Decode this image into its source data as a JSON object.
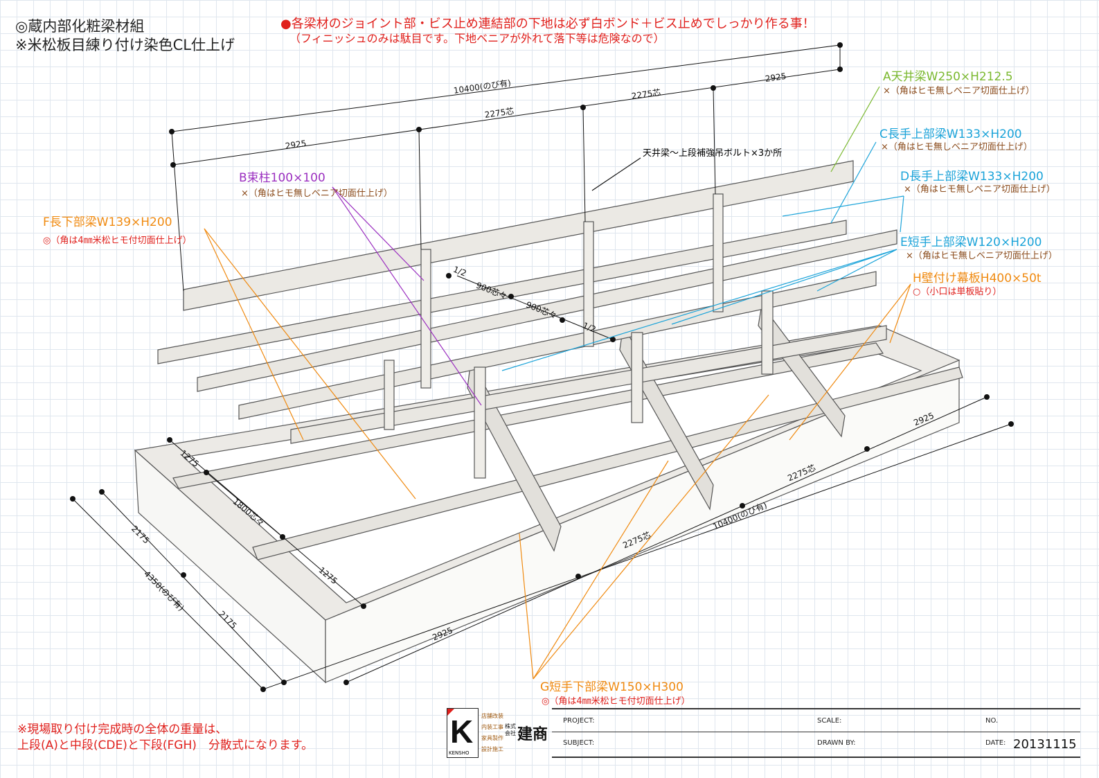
{
  "header": {
    "title1": "◎蔵内部化粧梁材組",
    "title2": "※米松板目練り付け染色CL仕上げ",
    "warn1": "●各梁材のジョイント部・ビス止め連結部の下地は必ず白ボンド＋ビス止めでしっかり作る事！",
    "warn2": "（フィニッシュのみは駄目です。下地ベニアが外れて落下等は危険なので）"
  },
  "labels": {
    "A": {
      "name": "A天井梁W250×H212.5",
      "note": "×（角はヒモ無しベニア切面仕上げ）"
    },
    "C": {
      "name": "C長手上部梁W133×H200",
      "note": "×（角はヒモ無しベニア切面仕上げ）"
    },
    "D": {
      "name": "D長手上部梁W133×H200",
      "note": "×（角はヒモ無しベニア切面仕上げ）"
    },
    "E": {
      "name": "E短手上部梁W120×H200",
      "note": "×（角はヒモ無しベニア切面仕上げ）"
    },
    "H": {
      "name": "H壁付け幕板H400×50t",
      "note": "○（小口は単板貼り）"
    },
    "B": {
      "name": "B束柱100×100",
      "note": "×（角はヒモ無しベニア切面仕上げ）"
    },
    "F": {
      "name": "F長下部梁W139×H200",
      "note": "◎（角は4㎜米松ヒモ付切面仕上げ）"
    },
    "G": {
      "name": "G短手下部梁W150×H300",
      "note": "◎（角は4㎜米松ヒモ付切面仕上げ）"
    },
    "bolt": "天井梁〜上段補強吊ボルト×3か所"
  },
  "dims": {
    "top_total": "10400(のび有)",
    "top_a": "2925",
    "top_b": "2275芯",
    "top_c": "2275芯",
    "top_d": "2925",
    "bot_a": "2925",
    "bot_b": "2275芯",
    "bot_total": "10400(のび有)",
    "bot_c": "2275芯",
    "bot_d": "2925",
    "left_a": "2175",
    "left_total": "4350(のび有)",
    "left_b": "2175",
    "in_a": "1275",
    "in_b": "1800芯々",
    "in_c": "1275",
    "mid_a": "1/2",
    "mid_b": "900芯々",
    "mid_c": "900芯々",
    "mid_d": "1/2"
  },
  "footer_note": {
    "line1": "※現場取り付け完成時の全体の重量は、",
    "line2": "上段(A)と中段(CDE)と下段(FGH)　分散式になります。"
  },
  "title_block": {
    "logo": "K",
    "logo_name": "KENSHO",
    "services": [
      "店舗改装",
      "内装工事",
      "家具製作",
      "設計施工"
    ],
    "company_prefix": "株式\n会社",
    "company": "建商",
    "project_label": "PROJECT:",
    "scale_label": "SCALE:",
    "no_label": "NO.",
    "subject_label": "SUBJECT:",
    "drawn_label": "DRAWN BY:",
    "date_label": "DATE:",
    "date": "20131115"
  },
  "colors": {
    "green": "#7ab82e",
    "cyan": "#1aa3d9",
    "orange": "#f08a10",
    "purple": "#9b2fc0",
    "red": "#e0201c"
  }
}
